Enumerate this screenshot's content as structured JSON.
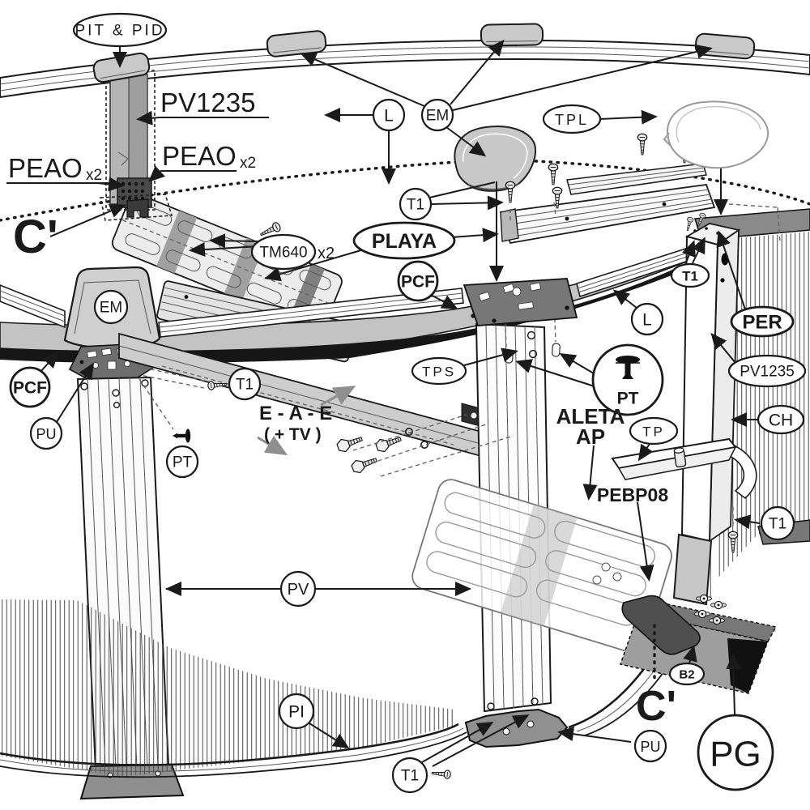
{
  "colors": {
    "ink": "#1a1a1a",
    "light_part": "#d2d2d2",
    "mid_part": "#a9a9a9",
    "dark_part": "#6b6b6b",
    "stripe_black": "#111111",
    "background": "#ffffff"
  },
  "labels": {
    "pit_pid": "PIT & PID",
    "pv1235_top": "PV1235",
    "peao_left": "PEAO",
    "peao_left_sub": "x2",
    "peao_right": "PEAO",
    "peao_right_sub": "x2",
    "c_prime_left": "C'",
    "tm640": "TM640",
    "tm640_qty": "x2",
    "playa": "PLAYA",
    "pcf_center": "PCF",
    "pcf_left": "PCF",
    "l_top": "L",
    "l_right": "L",
    "em_top": "EM",
    "em_left": "EM",
    "t1_top": "T1",
    "t1_post_top": "T1",
    "t1_left": "T1",
    "t1_wall": "T1",
    "t1_base": "T1",
    "tpl": "TPL",
    "per": "PER",
    "pv1235_right": "PV1235",
    "ch": "CH",
    "tps": "TPS",
    "pt_big": "PT",
    "pt_left": "PT",
    "eae_line1": "E - A - E",
    "eae_line2": "( + TV )",
    "aleta_line1": "ALETA",
    "aleta_line2": "AP",
    "tp": "TP",
    "pebp08": "PEBP08",
    "pv": "PV",
    "pi": "PI",
    "pu_left": "PU",
    "pu_bottom": "PU",
    "b2": "B2",
    "c_prime_right": "C'",
    "pg": "PG"
  }
}
